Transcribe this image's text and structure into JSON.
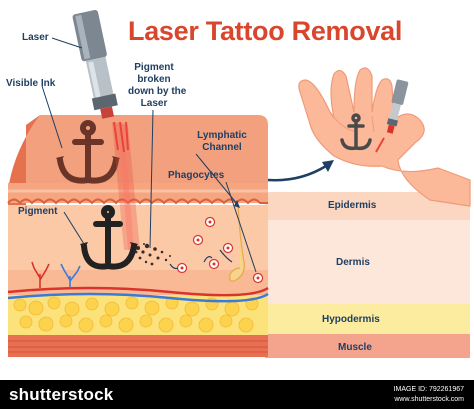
{
  "title": "Laser Tattoo Removal",
  "labels": {
    "laser": "Laser",
    "visible_ink": "Visible Ink",
    "pigment_broken": [
      "Pigment",
      "broken",
      "down by the",
      "Laser"
    ],
    "lymphatic_channel": [
      "Lymphatic",
      "Channel"
    ],
    "phagocytes": "Phagocytes",
    "pigment": "Pigment"
  },
  "layers": [
    "Epidermis",
    "Dermis",
    "Hypodermis",
    "Muscle"
  ],
  "watermark": {
    "brand": "shutterstock",
    "image_id": "IMAGE ID: 792261967",
    "site": "www.shutterstock.com"
  },
  "colors": {
    "title": "#d9462e",
    "label": "#1f3f63",
    "skin_top": "#f2a07d",
    "skin_side": "#e5714f",
    "epidermis": "#f6b08e",
    "dermis": "#fbc9a6",
    "hypodermis": "#fbe27a",
    "muscle": "#e96f52",
    "ink": "#2a2a2a",
    "laser_beam": "#e8443a"
  }
}
